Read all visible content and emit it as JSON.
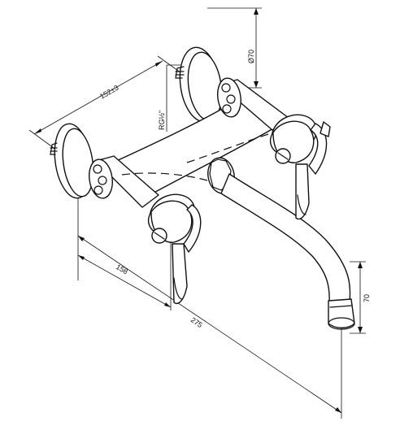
{
  "dimensions": {
    "diameter_flange": "Ø70",
    "center_distance": "152±3",
    "thread": "RG½\"",
    "handle_reach": "158",
    "total_reach": "275",
    "spout_height": "70"
  }
}
